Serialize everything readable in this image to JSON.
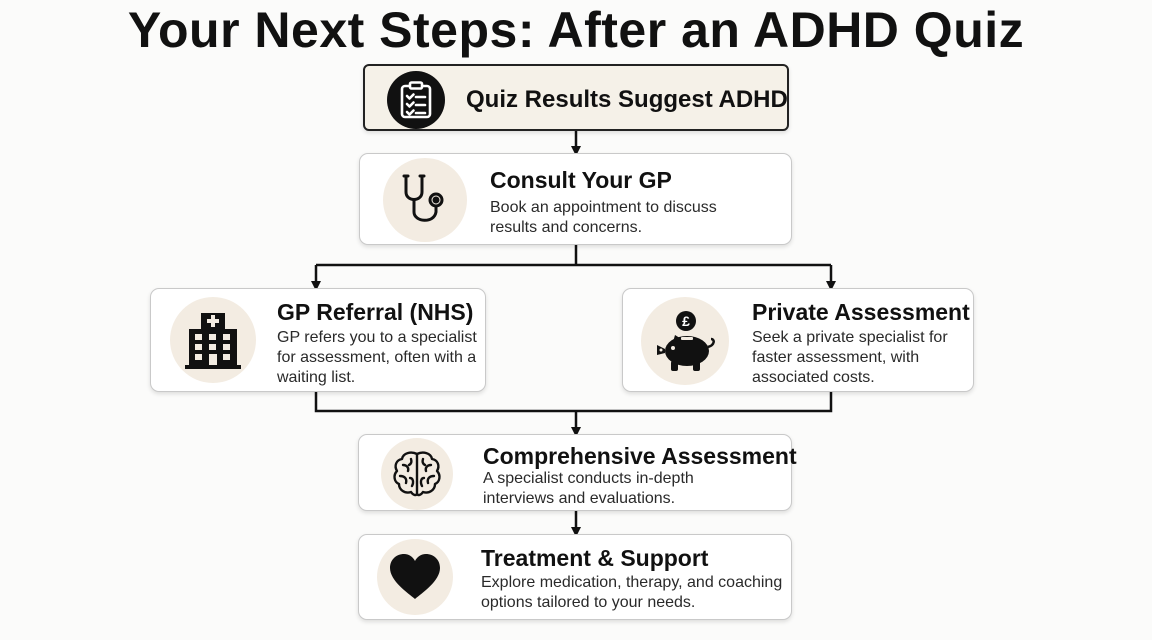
{
  "title": "Your Next Steps: After an ADHD Quiz",
  "steps": {
    "quiz": {
      "title": "Quiz Results Suggest ADHD",
      "icon": "clipboard-checklist-icon"
    },
    "gp": {
      "title": "Consult Your GP",
      "desc": "Book an appointment to discuss results and concerns.",
      "icon": "stethoscope-icon"
    },
    "nhs": {
      "title": "GP Referral (NHS)",
      "desc": "GP refers you to a specialist for assessment, often with a waiting list.",
      "icon": "hospital-icon"
    },
    "private": {
      "title": "Private Assessment",
      "desc": "Seek a private specialist for faster assessment, with associated costs.",
      "icon": "piggy-bank-icon"
    },
    "assessment": {
      "title": "Comprehensive Assessment",
      "desc": "A specialist conducts in-depth interviews and evaluations.",
      "icon": "brain-icon"
    },
    "treatment": {
      "title": "Treatment & Support",
      "desc": "Explore medication, therapy, and coaching options tailored to your needs.",
      "icon": "heart-icon"
    }
  },
  "colors": {
    "icon_bg": "#f3ece2",
    "first_box_bg": "#f5f1e8",
    "line": "#111111"
  }
}
